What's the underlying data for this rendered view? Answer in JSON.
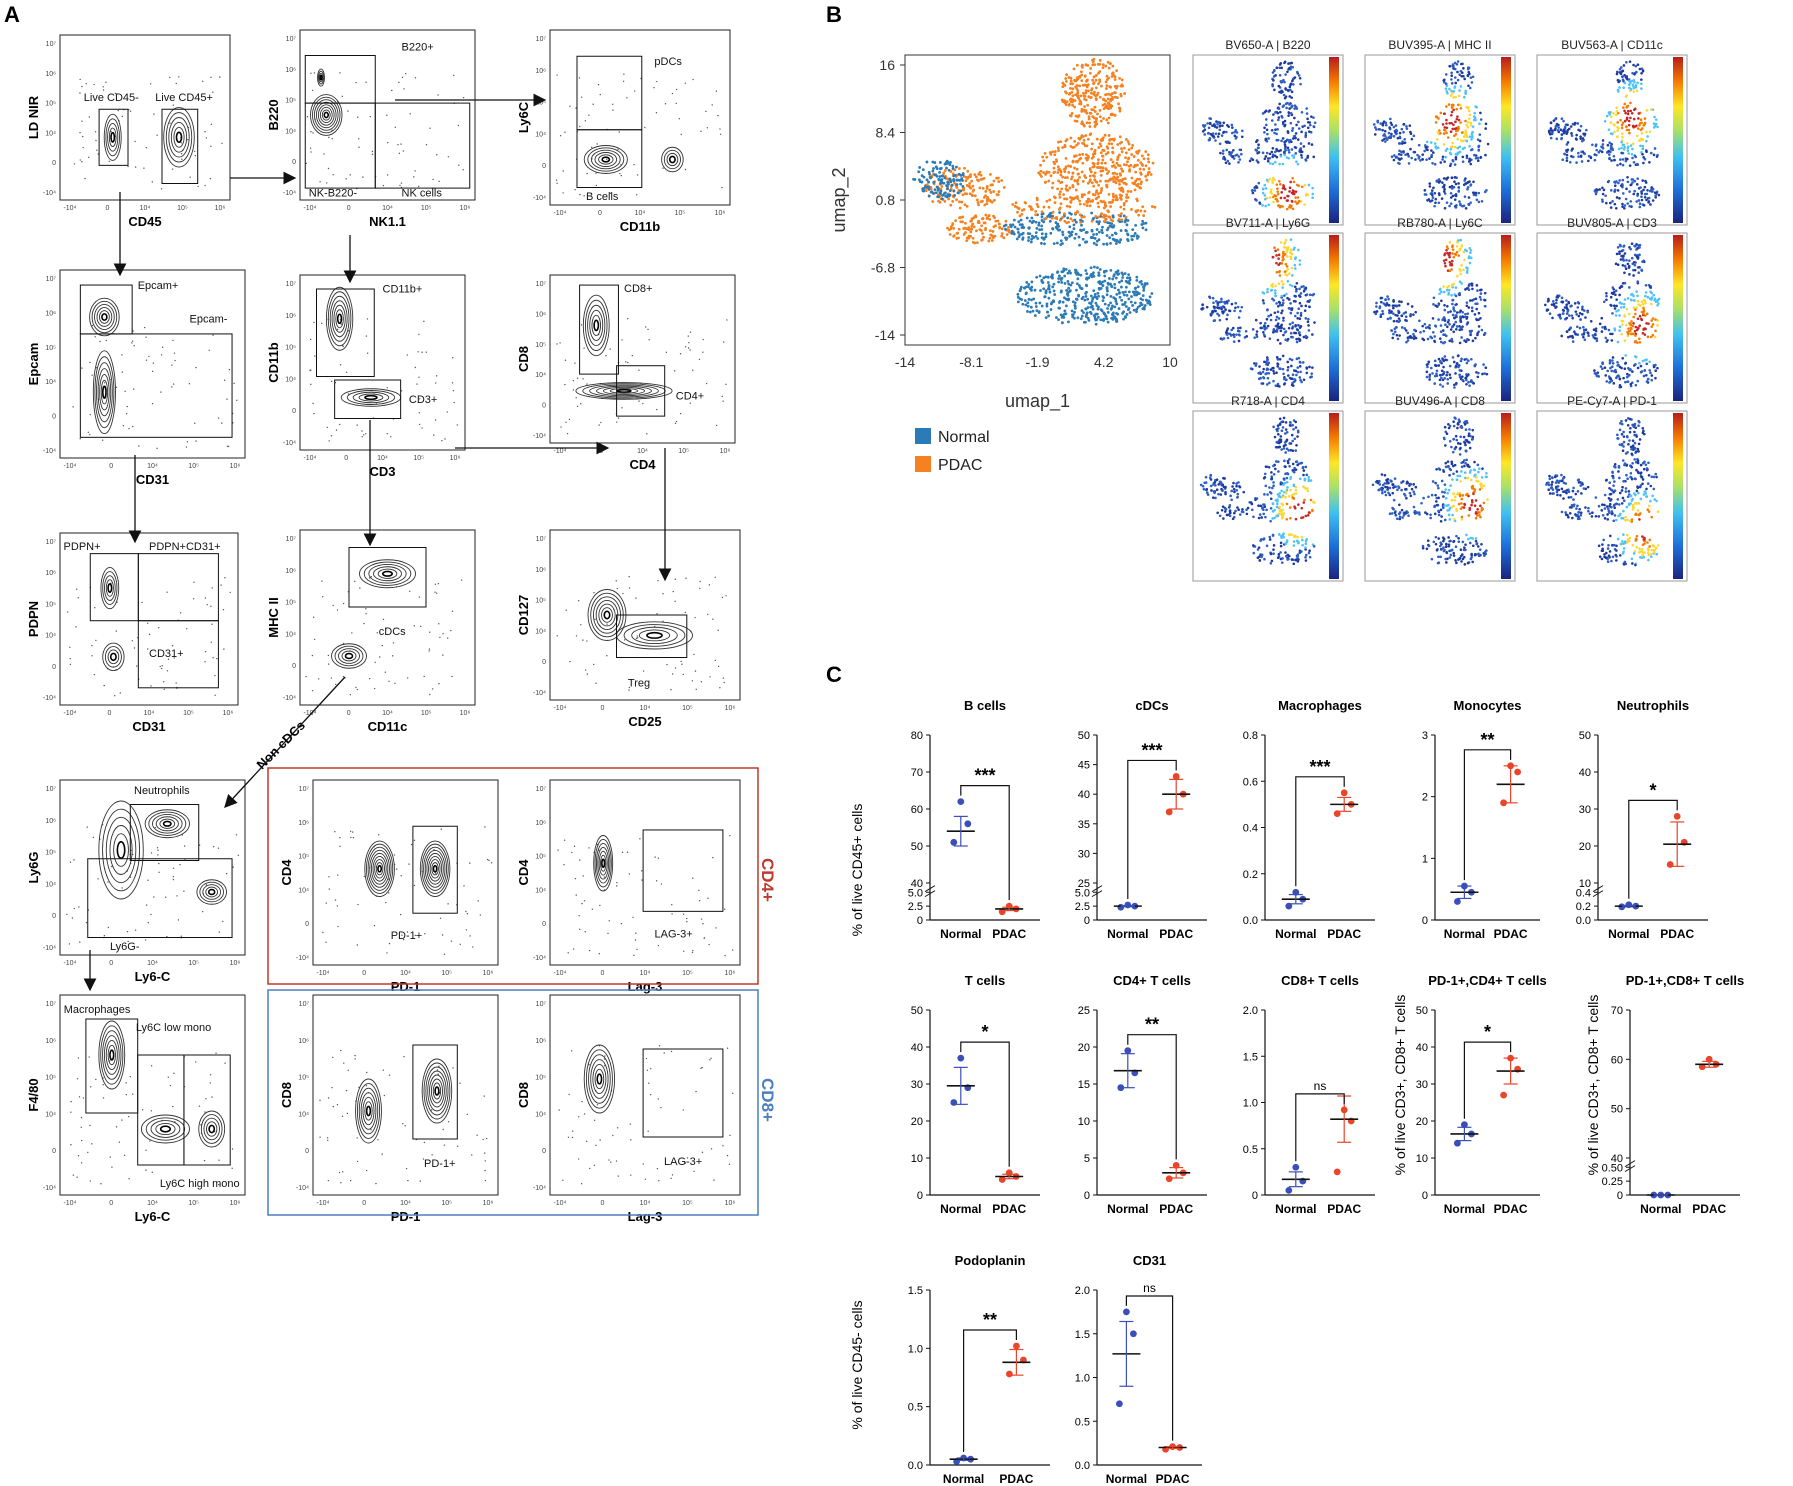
{
  "panels": {
    "a": "A",
    "b": "B",
    "c": "C"
  },
  "colors": {
    "normal": "#2c7bb6",
    "pdac": "#f58220",
    "normal_dot": "#3b4fb8",
    "pdac_dot": "#e8452a",
    "cd4_box": "#c0392b",
    "cd8_box": "#4a7fbf"
  },
  "flow_plots": [
    {
      "x_label": "CD45",
      "y_label": "LD NIR",
      "gates": [
        "Live CD45-",
        "Live CD45+"
      ]
    },
    {
      "x_label": "NK1.1",
      "y_label": "B220",
      "gates": [
        "B220+",
        "NK-B220-",
        "NK cells"
      ]
    },
    {
      "x_label": "CD11b",
      "y_label": "Ly6C",
      "gates": [
        "pDCs",
        "B cells"
      ]
    },
    {
      "x_label": "CD31",
      "y_label": "Epcam",
      "gates": [
        "Epcam+",
        "Epcam-"
      ]
    },
    {
      "x_label": "CD3",
      "y_label": "CD11b",
      "gates": [
        "CD11b+",
        "CD3+"
      ]
    },
    {
      "x_label": "CD4",
      "y_label": "CD8",
      "gates": [
        "CD8+",
        "CD4+"
      ]
    },
    {
      "x_label": "CD31",
      "y_label": "PDPN",
      "gates": [
        "PDPN+",
        "PDPN+CD31+",
        "CD31+"
      ]
    },
    {
      "x_label": "CD11c",
      "y_label": "MHC II",
      "gates": [
        "cDCs"
      ]
    },
    {
      "x_label": "CD25",
      "y_label": "CD127",
      "gates": [
        "Treg"
      ]
    },
    {
      "x_label": "Ly6-C",
      "y_label": "Ly6G",
      "gates": [
        "Neutrophils",
        "Ly6G-"
      ]
    },
    {
      "x_label": "PD-1",
      "y_label": "CD4",
      "gates": [
        "PD-1+"
      ]
    },
    {
      "x_label": "Lag-3",
      "y_label": "CD4",
      "gates": [
        "LAG-3+"
      ]
    },
    {
      "x_label": "Ly6-C",
      "y_label": "F4/80",
      "gates": [
        "Macrophages",
        "Ly6C low mono",
        "Ly6C high mono"
      ]
    },
    {
      "x_label": "PD-1",
      "y_label": "CD8",
      "gates": [
        "PD-1+"
      ]
    },
    {
      "x_label": "Lag-3",
      "y_label": "CD8",
      "gates": [
        "LAG-3+"
      ]
    }
  ],
  "non_cdcs_label": "Non cDCs",
  "cd4_label": "CD4+",
  "cd8_label": "CD8+",
  "umap": {
    "x_label": "umap_1",
    "y_label": "umap_2",
    "x_ticks": [
      "-14",
      "-8.1",
      "-1.9",
      "4.2",
      "10"
    ],
    "y_ticks": [
      "16",
      "8.4",
      "0.8",
      "-6.8",
      "-14"
    ],
    "legend": [
      "Normal",
      "PDAC"
    ]
  },
  "heatmaps": [
    "BV650-A | B220",
    "BUV395-A | MHC II",
    "BUV563-A | CD11c",
    "BV711-A | Ly6G",
    "RB780-A | Ly6C",
    "BUV805-A | CD3",
    "R718-A | CD4",
    "BUV496-A | CD8",
    "PE-Cy7-A | PD-1"
  ],
  "y_axis_labels": [
    "% of live CD45+ cells",
    "% of live CD3+, CD8+ T cells",
    "% of live CD3+, CD8+ T cells",
    "% of live CD45- cells"
  ],
  "chart_data": [
    {
      "type": "scatter",
      "title": "B cells",
      "categories": [
        "Normal",
        "PDAC"
      ],
      "series": [
        {
          "name": "Normal",
          "values": [
            51,
            56,
            62
          ]
        },
        {
          "name": "PDAC",
          "values": [
            1.5,
            2.0,
            2.5
          ]
        }
      ],
      "means": [
        54,
        2.0
      ],
      "sem": [
        4,
        0.3
      ],
      "significance": "***",
      "y_ticks": [
        "0",
        "2.5",
        "5.0",
        "40",
        "50",
        "60",
        "70",
        "80"
      ]
    },
    {
      "type": "scatter",
      "title": "cDCs",
      "categories": [
        "Normal",
        "PDAC"
      ],
      "series": [
        {
          "name": "Normal",
          "values": [
            2.3,
            2.5,
            2.7
          ]
        },
        {
          "name": "PDAC",
          "values": [
            37,
            40,
            43
          ]
        }
      ],
      "means": [
        2.5,
        40
      ],
      "sem": [
        0.1,
        2.5
      ],
      "significance": "***",
      "y_ticks": [
        "0",
        "2.5",
        "5.0",
        "25",
        "30",
        "35",
        "40",
        "45",
        "50"
      ]
    },
    {
      "type": "scatter",
      "title": "Macrophages",
      "categories": [
        "Normal",
        "PDAC"
      ],
      "series": [
        {
          "name": "Normal",
          "values": [
            0.06,
            0.09,
            0.12
          ]
        },
        {
          "name": "PDAC",
          "values": [
            0.46,
            0.5,
            0.55
          ]
        }
      ],
      "means": [
        0.09,
        0.5
      ],
      "sem": [
        0.02,
        0.03
      ],
      "significance": "***",
      "y_ticks": [
        "0.0",
        "0.2",
        "0.4",
        "0.6",
        "0.8"
      ]
    },
    {
      "type": "scatter",
      "title": "Monocytes",
      "categories": [
        "Normal",
        "PDAC"
      ],
      "series": [
        {
          "name": "Normal",
          "values": [
            0.3,
            0.45,
            0.55
          ]
        },
        {
          "name": "PDAC",
          "values": [
            1.9,
            2.4,
            2.5
          ]
        }
      ],
      "means": [
        0.45,
        2.2
      ],
      "sem": [
        0.1,
        0.3
      ],
      "significance": "**",
      "y_ticks": [
        "0",
        "1",
        "2",
        "3"
      ]
    },
    {
      "type": "scatter",
      "title": "Neutrophils",
      "categories": [
        "Normal",
        "PDAC"
      ],
      "series": [
        {
          "name": "Normal",
          "values": [
            0.19,
            0.2,
            0.22
          ]
        },
        {
          "name": "PDAC",
          "values": [
            15,
            21,
            28
          ]
        }
      ],
      "means": [
        0.2,
        20.5
      ],
      "sem": [
        0.01,
        6
      ],
      "significance": "*",
      "y_ticks": [
        "0.0",
        "0.2",
        "0.4",
        "10",
        "20",
        "30",
        "40",
        "50"
      ]
    },
    {
      "type": "scatter",
      "title": "T cells",
      "categories": [
        "Normal",
        "PDAC"
      ],
      "series": [
        {
          "name": "Normal",
          "values": [
            25,
            29,
            37
          ]
        },
        {
          "name": "PDAC",
          "values": [
            4.2,
            5.0,
            6.0
          ]
        }
      ],
      "means": [
        29.5,
        5.0
      ],
      "sem": [
        5,
        0.6
      ],
      "significance": "*",
      "y_ticks": [
        "0",
        "10",
        "20",
        "30",
        "40",
        "50"
      ]
    },
    {
      "type": "scatter",
      "title": "CD4+ T cells",
      "categories": [
        "Normal",
        "PDAC"
      ],
      "series": [
        {
          "name": "Normal",
          "values": [
            14.5,
            16.5,
            19.5
          ]
        },
        {
          "name": "PDAC",
          "values": [
            2.2,
            3.0,
            4.0
          ]
        }
      ],
      "means": [
        16.8,
        3.0
      ],
      "sem": [
        2.3,
        0.7
      ],
      "significance": "**",
      "y_ticks": [
        "0",
        "5",
        "10",
        "15",
        "20",
        "25"
      ]
    },
    {
      "type": "scatter",
      "title": "CD8+ T cells",
      "categories": [
        "Normal",
        "PDAC"
      ],
      "series": [
        {
          "name": "Normal",
          "values": [
            0.05,
            0.15,
            0.3
          ]
        },
        {
          "name": "PDAC",
          "values": [
            0.25,
            0.8,
            0.92
          ]
        }
      ],
      "means": [
        0.17,
        0.82
      ],
      "sem": [
        0.08,
        0.25
      ],
      "significance": "ns",
      "y_ticks": [
        "0",
        "0.5",
        "1.0",
        "1.5",
        "2.0"
      ]
    },
    {
      "type": "scatter",
      "title": "PD-1+,CD4+ T cells",
      "categories": [
        "Normal",
        "PDAC"
      ],
      "series": [
        {
          "name": "Normal",
          "values": [
            14,
            16.5,
            19
          ]
        },
        {
          "name": "PDAC",
          "values": [
            27,
            34,
            37
          ]
        }
      ],
      "means": [
        16.5,
        33.5
      ],
      "sem": [
        1.8,
        3.5
      ],
      "significance": "*",
      "y_ticks": [
        "0",
        "10",
        "20",
        "30",
        "40",
        "50"
      ]
    },
    {
      "type": "scatter",
      "title": "PD-1+,CD8+ T cells",
      "categories": [
        "Normal",
        "PDAC"
      ],
      "series": [
        {
          "name": "Normal",
          "values": [
            0.0,
            0.0,
            0.0
          ]
        },
        {
          "name": "PDAC",
          "values": [
            58.5,
            59,
            60
          ]
        }
      ],
      "means": [
        0.0,
        59
      ],
      "sem": [
        0.0,
        0.6
      ],
      "significance": "",
      "y_ticks": [
        "0",
        "0.25",
        "0.50",
        "40",
        "50",
        "60",
        "70"
      ]
    },
    {
      "type": "scatter",
      "title": "Podoplanin",
      "categories": [
        "Normal",
        "PDAC"
      ],
      "series": [
        {
          "name": "Normal",
          "values": [
            0.03,
            0.05,
            0.06
          ]
        },
        {
          "name": "PDAC",
          "values": [
            0.78,
            0.9,
            1.02
          ]
        }
      ],
      "means": [
        0.05,
        0.88
      ],
      "sem": [
        0.01,
        0.11
      ],
      "significance": "**",
      "y_ticks": [
        "0.0",
        "0.5",
        "1.0",
        "1.5"
      ]
    },
    {
      "type": "scatter",
      "title": "CD31",
      "categories": [
        "Normal",
        "PDAC"
      ],
      "series": [
        {
          "name": "Normal",
          "values": [
            0.7,
            1.5,
            1.75
          ]
        },
        {
          "name": "PDAC",
          "values": [
            0.18,
            0.2,
            0.21
          ]
        }
      ],
      "means": [
        1.27,
        0.2
      ],
      "sem": [
        0.37,
        0.01
      ],
      "significance": "ns",
      "y_ticks": [
        "0.0",
        "0.5",
        "1.0",
        "1.5",
        "2.0"
      ]
    }
  ]
}
